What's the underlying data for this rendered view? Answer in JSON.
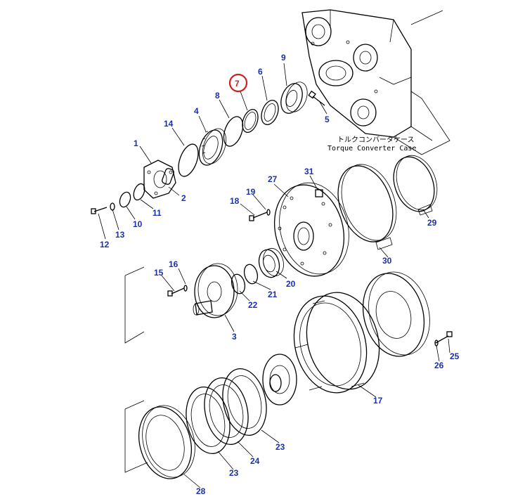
{
  "diagram": {
    "caption_jp": "トルクコンバータケース",
    "caption_en": "Torque Converter Case",
    "highlight_color": "#cc1f1f",
    "callout_color": "#1a2fb0",
    "highlighted_callout": "7",
    "callouts": {
      "c1": "1",
      "c2": "2",
      "c3": "3",
      "c4": "4",
      "c5": "5",
      "c6": "6",
      "c7": "7",
      "c8": "8",
      "c9": "9",
      "c10": "10",
      "c11": "11",
      "c12": "12",
      "c13": "13",
      "c14": "14",
      "c15": "15",
      "c16": "16",
      "c17": "17",
      "c18": "18",
      "c19": "19",
      "c20": "20",
      "c21": "21",
      "c22": "22",
      "c23a": "23",
      "c23b": "23",
      "c24": "24",
      "c25": "25",
      "c26": "26",
      "c27": "27",
      "c28": "28",
      "c29": "29",
      "c30": "30",
      "c31": "31"
    }
  }
}
